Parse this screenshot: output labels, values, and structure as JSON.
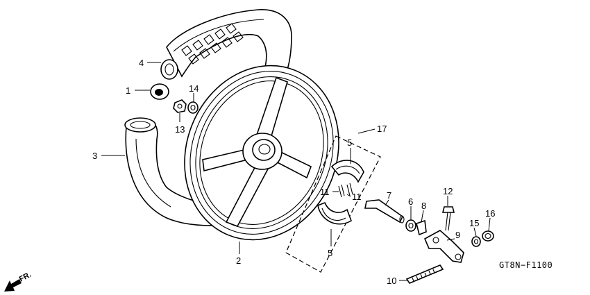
{
  "diagram": {
    "code": "GT8N−F1100",
    "direction_label": "FR.",
    "callouts": [
      {
        "id": "c1",
        "text": "1"
      },
      {
        "id": "c2",
        "text": "2"
      },
      {
        "id": "c3",
        "text": "3"
      },
      {
        "id": "c4",
        "text": "4"
      },
      {
        "id": "c5a",
        "text": "5"
      },
      {
        "id": "c5b",
        "text": "5"
      },
      {
        "id": "c6",
        "text": "6"
      },
      {
        "id": "c7",
        "text": "7"
      },
      {
        "id": "c8",
        "text": "8"
      },
      {
        "id": "c9",
        "text": "9"
      },
      {
        "id": "c10",
        "text": "10"
      },
      {
        "id": "c11a",
        "text": "11"
      },
      {
        "id": "c11b",
        "text": "11"
      },
      {
        "id": "c12",
        "text": "12"
      },
      {
        "id": "c13",
        "text": "13"
      },
      {
        "id": "c14",
        "text": "14"
      },
      {
        "id": "c15",
        "text": "15"
      },
      {
        "id": "c16",
        "text": "16"
      },
      {
        "id": "c17",
        "text": "17"
      }
    ]
  }
}
